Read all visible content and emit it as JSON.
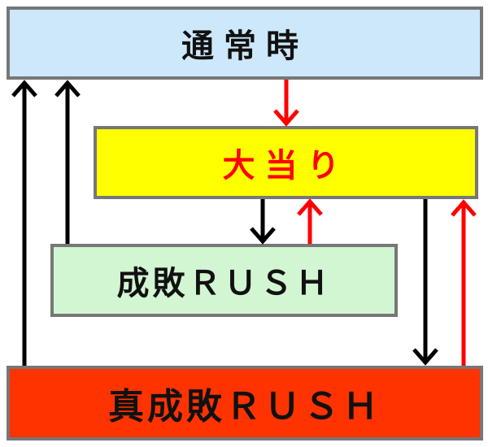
{
  "boxes": {
    "normal": {
      "label": "通常時",
      "fill": "#cce8fa",
      "text_color": "#111111"
    },
    "jackpot": {
      "label": "大当り",
      "fill": "#ffff00",
      "text_color": "#ff0000"
    },
    "seihai_rush": {
      "label": "成敗ＲＵＳＨ",
      "fill": "#d2f5d2",
      "text_color": "#111111"
    },
    "shin_seihai_rush": {
      "label": "真成敗ＲＵＳＨ",
      "fill": "#ff3300",
      "text_color": "#111111"
    }
  },
  "arrows": [
    {
      "name": "normal-to-jackpot-arrow",
      "from": "normal",
      "to": "jackpot",
      "color": "#ff0000"
    },
    {
      "name": "jackpot-to-seihai-arrow",
      "from": "jackpot",
      "to": "seihai_rush",
      "color": "#000000"
    },
    {
      "name": "seihai-to-jackpot-arrow",
      "from": "seihai_rush",
      "to": "jackpot",
      "color": "#ff0000"
    },
    {
      "name": "jackpot-to-shin-arrow",
      "from": "jackpot",
      "to": "shin_seihai_rush",
      "color": "#000000"
    },
    {
      "name": "shin-to-jackpot-arrow",
      "from": "shin_seihai_rush",
      "to": "jackpot",
      "color": "#ff0000"
    },
    {
      "name": "seihai-to-normal-arrow",
      "from": "seihai_rush",
      "to": "normal",
      "color": "#000000"
    },
    {
      "name": "shin-to-normal-arrow",
      "from": "shin_seihai_rush",
      "to": "normal",
      "color": "#000000"
    }
  ]
}
